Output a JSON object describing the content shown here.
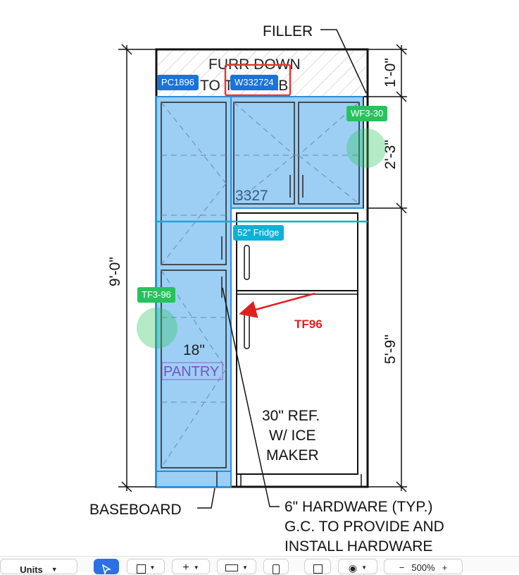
{
  "drawing": {
    "filler_label": "FILLER",
    "furr_down_label_line1": "FURR DOWN",
    "furr_down_label_line2": "TO THE CAB.",
    "wall_cab_code": "3327",
    "pantry_size": "18\"",
    "pantry_label": "PANTRY",
    "ref_line1": "30\" REF.",
    "ref_line2": "W/ ICE",
    "ref_line3": "MAKER",
    "baseboard_label": "BASEBOARD",
    "hardware_line1": "6\" HARDWARE (TYP.)",
    "hardware_line2": "G.C. TO PROVIDE AND",
    "hardware_line3": "INSTALL HARDWARE",
    "dim_total": "9'-0\"",
    "dim_top": "1'-0\"",
    "dim_mid": "2'-3\"",
    "dim_bottom": "5'-9\""
  },
  "tags": {
    "pc": "PC1896",
    "w": "W332724",
    "wf": "WF3-30",
    "fridge": "52\" Fridge",
    "tf3": "TF3-96",
    "tf96": "TF96"
  },
  "toolbar": {
    "units_label": "Units",
    "zoom_label": "500%",
    "zoom_minus": "−",
    "zoom_plus": "+"
  },
  "colors": {
    "selection_fill": "#9dcff5",
    "selection_stroke": "#2a90d8",
    "tag_blue": "#1a73d9",
    "tag_cyan": "#0fb0d6",
    "tag_green": "#27c25d",
    "annotation_red": "#e02020"
  }
}
